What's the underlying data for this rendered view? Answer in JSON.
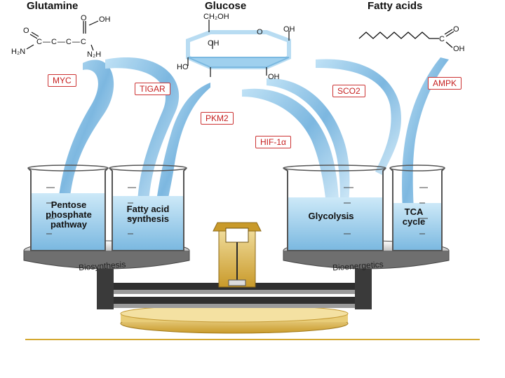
{
  "titles": {
    "glutamine": "Glutamine",
    "glucose": "Glucose",
    "fatty_acids": "Fatty acids"
  },
  "glutamine_atoms": {
    "o_top": "O",
    "oh": "OH",
    "o_left": "O",
    "chain": "C—C—C—C",
    "h2n": "H₂N",
    "n2h": "N₂H"
  },
  "glucose_atoms": {
    "ch2oh": "CH₂OH",
    "o_ring": "O",
    "oh_right": "OH",
    "oh_mid": "OH",
    "ho_left": "HO",
    "oh_bottom": "OH"
  },
  "fatty_atoms": {
    "o": "O",
    "c": "C",
    "oh": "OH"
  },
  "regulators": [
    "MYC",
    "TIGAR",
    "PKM2",
    "HIF-1α",
    "SCO2",
    "AMPK"
  ],
  "beakers": {
    "pentose": [
      "Pentose",
      "phosphate",
      "pathway"
    ],
    "fatty_synth": [
      "Fatty acid",
      "synthesis"
    ],
    "glycolysis": [
      "Glycolysis"
    ],
    "tca": [
      "TCA",
      "cycle"
    ]
  },
  "bases": {
    "left": "Biosynthesis",
    "right": "Bioenergetics"
  },
  "colors": {
    "water": "#8fc8ea",
    "tag_border": "#c33333",
    "tag_text": "#c62020",
    "scale_gold": "#d4a830",
    "scale_dark": "#3a3a3a"
  }
}
